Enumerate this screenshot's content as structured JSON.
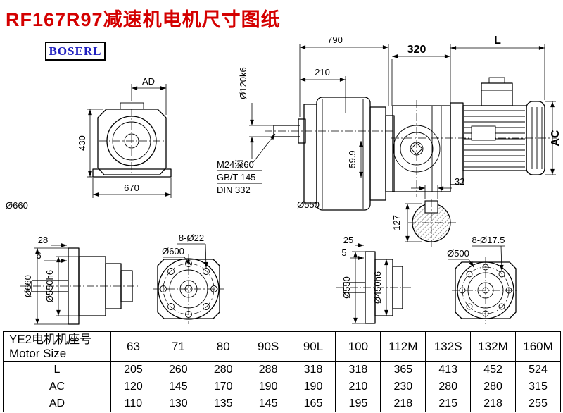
{
  "page": {
    "title": "RF167R97减速机电机尺寸图纸",
    "brand": "BOSERL"
  },
  "front_view": {
    "ad": "AD",
    "h430": "430",
    "w670": "670",
    "d660": "Ø660"
  },
  "side_view": {
    "total_len": "790",
    "shaft_len": "210",
    "shaft_dia": "Ø120k6",
    "tap_hole": "M24深60",
    "std1": "GB/T 145",
    "std2": "DIN 332",
    "h": "59.9",
    "dia": "Ø550"
  },
  "motor_view": {
    "adapter_len": "320",
    "motor_len": "L",
    "motor_dia": "AC",
    "key_w": "32",
    "shaft_h": "127"
  },
  "flange1": {
    "t28": "28",
    "t6": "6",
    "od": "Ø660",
    "spigot": "Ø550h6"
  },
  "flange2": {
    "od": "Ø600",
    "bolt": "8-Ø22"
  },
  "flange3": {
    "t25": "25",
    "t5": "5",
    "od": "Ø550",
    "spigot": "Ø450h6"
  },
  "flange4": {
    "od": "Ø500",
    "bolt": "8-Ø17.5"
  },
  "table": {
    "header": {
      "line1": "YE2电机机座号",
      "line2": "Motor Size"
    },
    "sizes": [
      "63",
      "71",
      "80",
      "90S",
      "90L",
      "100",
      "112M",
      "132S",
      "132M",
      "160M"
    ],
    "rows": [
      {
        "label": "L",
        "values": [
          "205",
          "260",
          "280",
          "288",
          "318",
          "318",
          "365",
          "413",
          "452",
          "524"
        ]
      },
      {
        "label": "AC",
        "values": [
          "120",
          "145",
          "170",
          "190",
          "190",
          "210",
          "230",
          "280",
          "280",
          "315"
        ]
      },
      {
        "label": "AD",
        "values": [
          "110",
          "130",
          "135",
          "145",
          "165",
          "195",
          "218",
          "215",
          "218",
          "255"
        ]
      }
    ]
  }
}
